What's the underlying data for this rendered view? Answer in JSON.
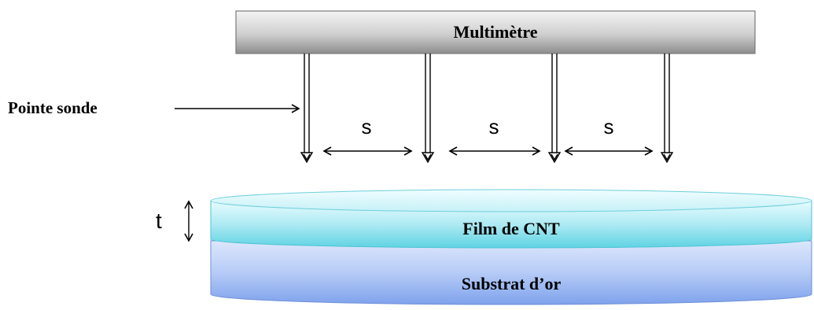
{
  "title": "Multimètre",
  "probe_label": "Pointe sonde",
  "spacing_labels": [
    "s",
    "s",
    "s"
  ],
  "thickness_label": "t",
  "layers": {
    "film": "Film de CNT",
    "substrate": "Substrat d’or"
  },
  "colors": {
    "multimeter_light": "#f2f2f2",
    "multimeter_dark": "#8c8c8c",
    "film_light": "#e6fbfd",
    "film_dark": "#5fd3e3",
    "substrate_light": "#dbe6fb",
    "substrate_dark": "#7ea2ec"
  }
}
